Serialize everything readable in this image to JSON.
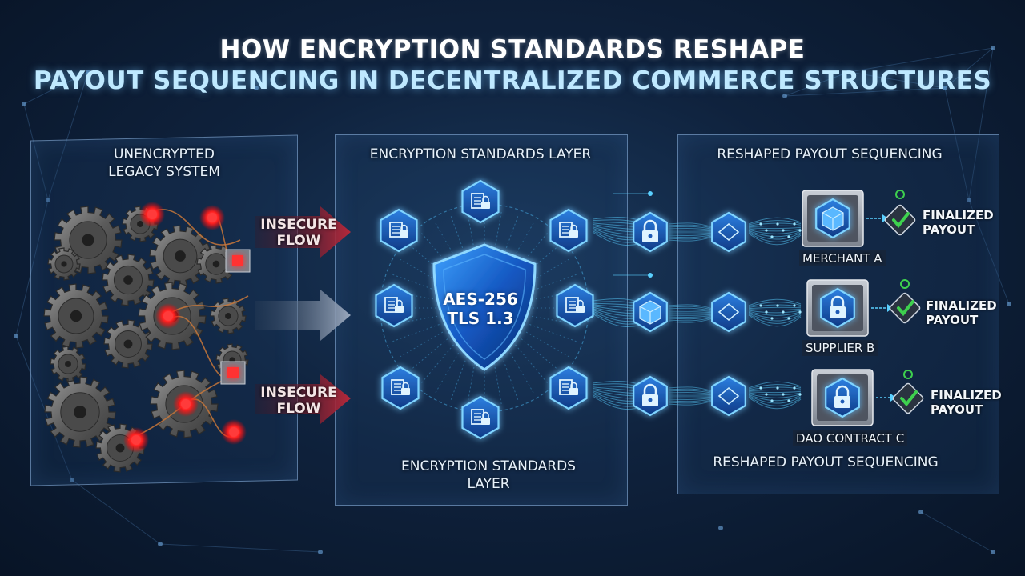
{
  "title": {
    "line1": "HOW ENCRYPTION STANDARDS RESHAPE",
    "line2": "PAYOUT SEQUENCING IN DECENTRALIZED COMMERCE STRUCTURES"
  },
  "left_panel": {
    "title": "UNENCRYPTED\nLEGACY SYSTEM",
    "arrows": [
      "INSECURE\nFLOW",
      "INSECURE\nFLOW"
    ]
  },
  "middle_panel": {
    "title": "ENCRYPTION STANDARDS LAYER",
    "shield_line1": "AES-256",
    "shield_line2": "TLS 1.3",
    "footer": "ENCRYPTION STANDARDS\nLAYER"
  },
  "right_panel": {
    "title": "RESHAPED PAYOUT SEQUENCING",
    "footer": "RESHAPED PAYOUT SEQUENCING",
    "rows": [
      {
        "recipient": "MERCHANT A",
        "status": "FINALIZED\nPAYOUT"
      },
      {
        "recipient": "SUPPLIER B",
        "status": "FINALIZED\nPAYOUT"
      },
      {
        "recipient": "DAO CONTRACT C",
        "status": "FINALIZED\nPAYOUT"
      }
    ]
  },
  "colors": {
    "background": "#0f223d",
    "accent_cyan": "#4fc3ff",
    "insecure_red": "#b7283a",
    "check_green": "#3ed14e",
    "gear_grey": "#6d6d6d"
  }
}
